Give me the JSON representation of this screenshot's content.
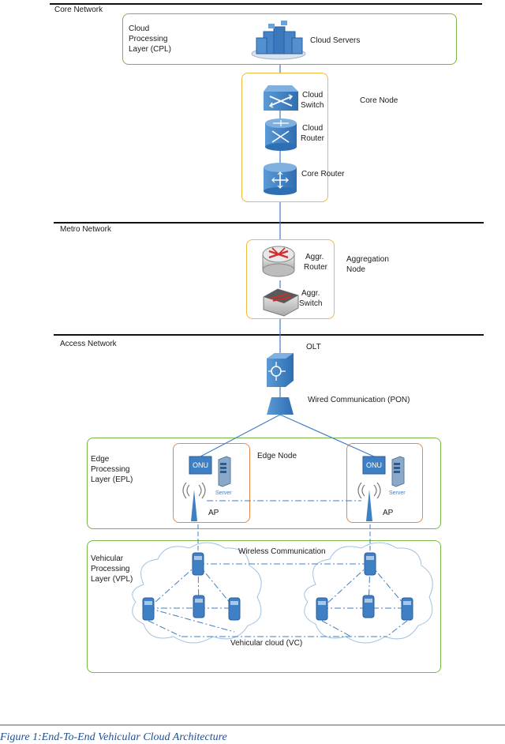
{
  "sections": {
    "core": "Core Network",
    "metro": "Metro Network",
    "access": "Access Network"
  },
  "layers": {
    "cpl": [
      "Cloud",
      "Processing",
      "Layer (CPL)"
    ],
    "epl": [
      "Edge",
      "Processing",
      "Layer (EPL)"
    ],
    "vpl": [
      "Vehicular",
      "Processing",
      "Layer (VPL)"
    ]
  },
  "nodes": {
    "cloud_servers": "Cloud Servers",
    "core_node": "Core Node",
    "cloud_switch": [
      "Cloud",
      "Switch"
    ],
    "cloud_router": [
      "Cloud",
      "Router"
    ],
    "core_router": "Core Router",
    "aggr_router": [
      "Aggr.",
      "Router"
    ],
    "aggr_switch": [
      "Aggr.",
      "Switch"
    ],
    "aggregation_node": [
      "Aggregation",
      "Node"
    ],
    "olt": "OLT",
    "splitter_label": "Wired Communication (PON)",
    "edge_node": "Edge Node",
    "onu": "ONU",
    "server": "Server",
    "ap": "AP",
    "wireless": "Wireless Communication",
    "vehicular_cloud": "Vehicular cloud (VC)"
  },
  "caption": "Figure 1:End-To-End Vehicular Cloud Architecture",
  "colors": {
    "device_blue": "#3f7fc4",
    "green_border": "#7ab648",
    "orange_border": "#f0b840",
    "edge_border": "#e8874a",
    "link": "#3f7fc4"
  }
}
